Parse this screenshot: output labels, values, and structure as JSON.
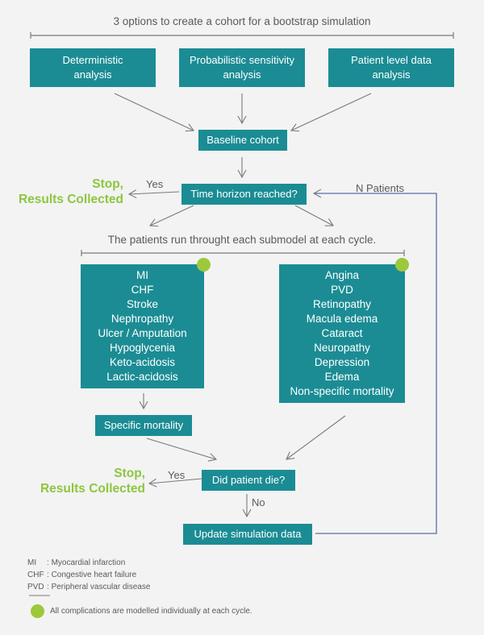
{
  "header": {
    "title": "3 options to create a cohort for a bootstrap simulation"
  },
  "options": [
    {
      "line1": "Deterministic",
      "line2": "analysis"
    },
    {
      "line1": "Probabilistic sensitivity",
      "line2": "analysis"
    },
    {
      "line1": "Patient level data",
      "line2": "analysis"
    }
  ],
  "nodes": {
    "baseline": "Baseline cohort",
    "time_horizon": "Time horizon reached?",
    "specific_mortality": "Specific mortality",
    "did_die": "Did patient die?",
    "update": "Update simulation data"
  },
  "stop": {
    "line1": "Stop,",
    "line2": "Results Collected"
  },
  "labels": {
    "yes": "Yes",
    "no": "No",
    "n_patients": "N Patients"
  },
  "submodel_caption": "The patients run throught each submodel at each cycle.",
  "submodel_left": [
    "MI",
    "CHF",
    "Stroke",
    "Nephropathy",
    "Ulcer / Amputation",
    "Hypoglycenia",
    "Keto-acidosis",
    "Lactic-acidosis"
  ],
  "submodel_right": [
    "Angina",
    "PVD",
    "Retinopathy",
    "Macula edema",
    "Cataract",
    "Neuropathy",
    "Depression",
    "Edema",
    "Non-specific mortality"
  ],
  "legend": {
    "items": [
      {
        "abbr": "MI",
        "sep": ":",
        "text": "Myocardial infarction"
      },
      {
        "abbr": "CHF",
        "sep": ":",
        "text": "Congestive heart failure"
      },
      {
        "abbr": "PVD",
        "sep": ":",
        "text": "Peripheral vascular disease"
      }
    ],
    "note": "All complications are modelled individually at each cycle."
  },
  "colors": {
    "box": "#1b8c94",
    "stop": "#8cc63f",
    "dot": "#9cc93b",
    "line": "#7a7a7a",
    "loop": "#5a6ea8"
  }
}
